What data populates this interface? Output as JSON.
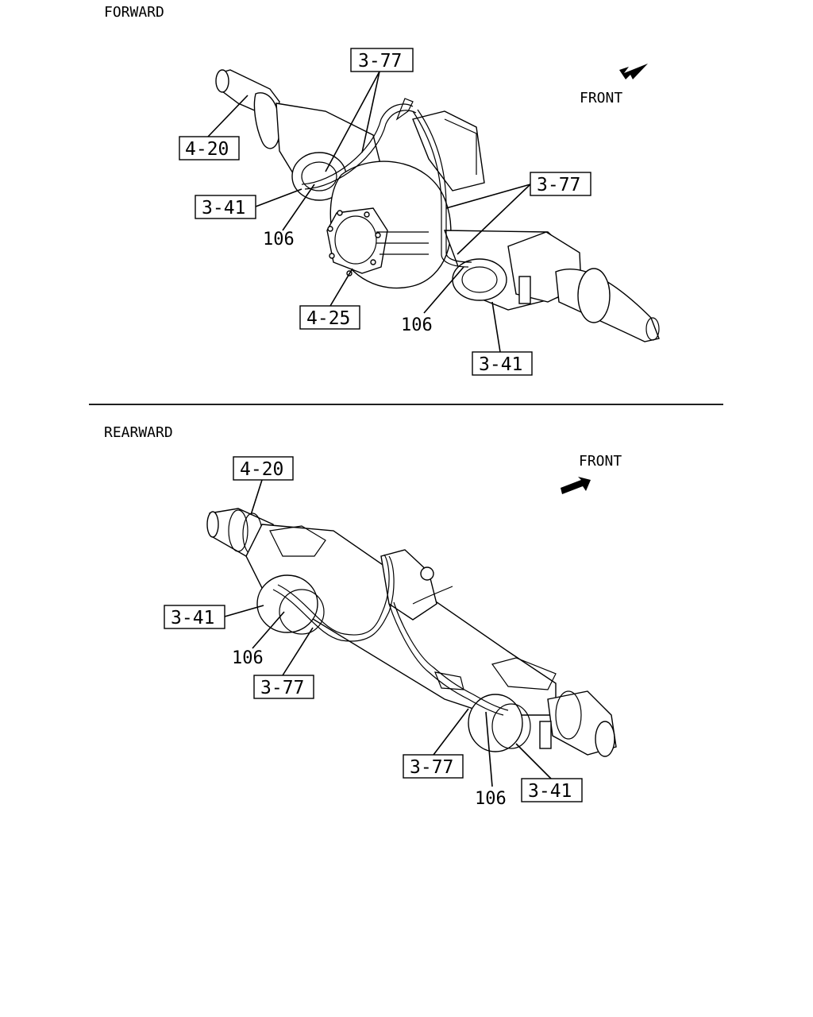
{
  "forward": {
    "title": "FORWARD",
    "front": "FRONT",
    "callouts": {
      "axle_shaft_left": "4-20",
      "brake_chamber_left": "3-41",
      "pipe_top": "3-77",
      "pipe_right": "3-77",
      "cover": "4-25",
      "brake_chamber_right": "3-41"
    },
    "numbers": {
      "hose_left": "106",
      "hose_right": "106"
    }
  },
  "rearward": {
    "title": "REARWARD",
    "front": "FRONT",
    "callouts": {
      "axle_shaft_left": "4-20",
      "brake_chamber_left": "3-41",
      "pipe_left": "3-77",
      "pipe_right": "3-77",
      "brake_chamber_right": "3-41"
    },
    "numbers": {
      "hose_left": "106",
      "hose_right": "106"
    }
  }
}
